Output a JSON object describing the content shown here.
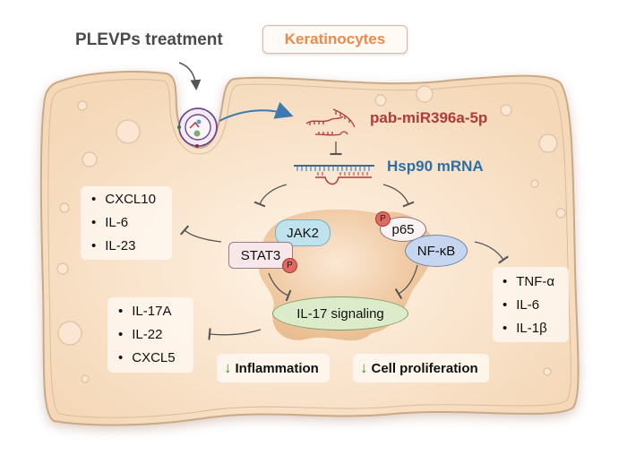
{
  "treatment_label": "PLEVPs treatment",
  "cell_type_label": "Keratinocytes",
  "mirna_label": "pab-miR396a-5p",
  "target_label": "Hsp90 mRNA",
  "proteins": {
    "jak2": "JAK2",
    "stat3": "STAT3",
    "p65": "p65",
    "nfkb": "NF-κB",
    "il17": "IL-17 signaling",
    "phospho": "P"
  },
  "cytokine_groups": {
    "stat3_targets": [
      "CXCL10",
      "IL-6",
      "IL-23"
    ],
    "nfkb_targets": [
      "TNF-α",
      "IL-6",
      "IL-1β"
    ],
    "il17_targets": [
      "IL-17A",
      "IL-22",
      "CXCL5"
    ]
  },
  "outcomes": [
    {
      "arrow": "↓",
      "label": "Inflammation"
    },
    {
      "arrow": "↓",
      "label": "Cell proliferation"
    }
  ],
  "colors": {
    "cell_fill": "#f7dcbf",
    "cell_border": "#c9a986",
    "nucleus_fill": "#eec49a",
    "mirna": "#b03a39",
    "mrna": "#2d6fa5",
    "jak2": "#bfe3ec",
    "stat3": "#f7e6ea",
    "nfkb": "#c6d6ee",
    "il17": "#dcebc9",
    "down_arrow": "#4d8a2a"
  }
}
